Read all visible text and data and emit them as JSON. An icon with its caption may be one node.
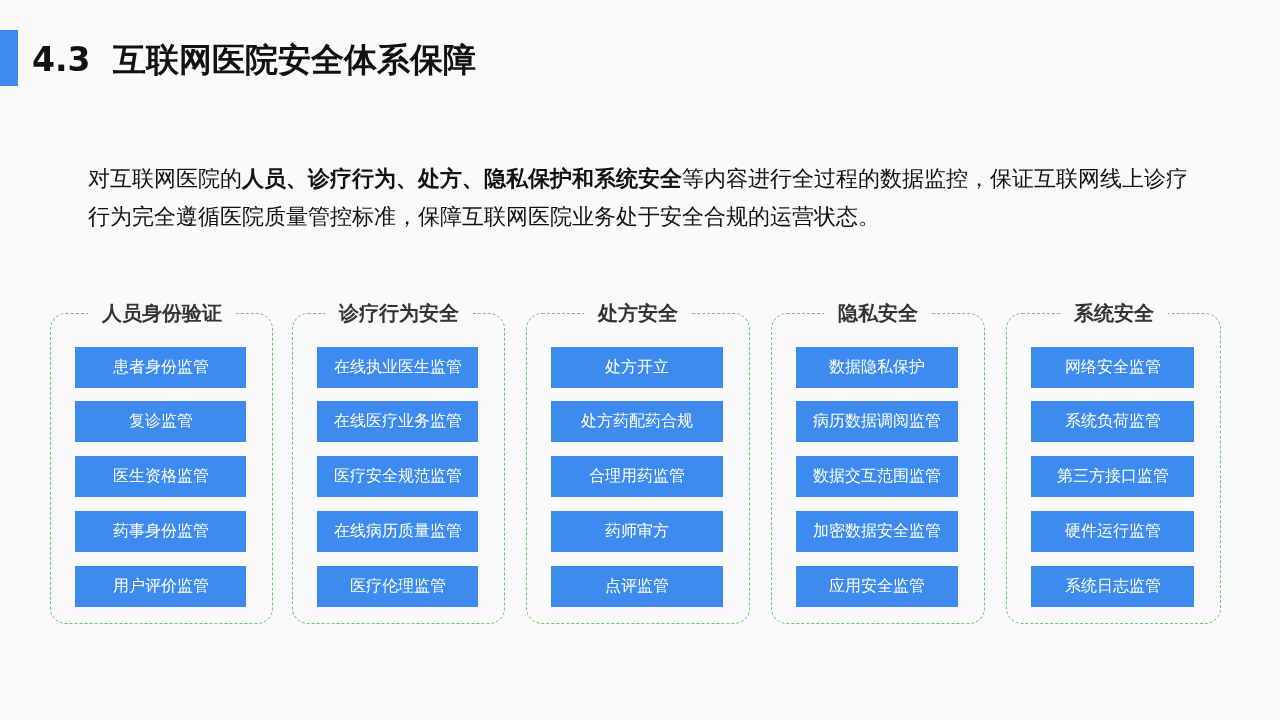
{
  "diagram": {
    "title": "4.3  互联网医院安全体系保障",
    "nodes": [
      {
        "text": [
          "人员身份验证"
        ]
      },
      {
        "text": [
          "患者身份监管"
        ],
        "in": 0
      },
      {
        "text": [
          "复诊监管"
        ],
        "in": 0
      },
      {
        "text": [
          "医生资格监管"
        ],
        "in": 0
      },
      {
        "text": [
          "药事身份监管"
        ],
        "in": 0
      },
      {
        "text": [
          "用户评价监管"
        ],
        "in": 0
      },
      {
        "text": [
          "诊疗行为安全"
        ]
      },
      {
        "text": [
          "在线执业医生监管"
        ],
        "in": 6
      },
      {
        "text": [
          "在线医疗业务监管"
        ],
        "in": 6
      },
      {
        "text": [
          "医疗安全规范监管"
        ],
        "in": 6
      },
      {
        "text": [
          "在线病历质量监管"
        ],
        "in": 6
      },
      {
        "text": [
          "医疗伦理监管"
        ],
        "in": 6
      },
      {
        "text": [
          "处方安全"
        ]
      },
      {
        "text": [
          "处方开立"
        ],
        "in": 12
      },
      {
        "text": [
          "处方药配药合规"
        ],
        "in": 12
      },
      {
        "text": [
          "合理用药监管"
        ],
        "in": 12
      },
      {
        "text": [
          "药师审方"
        ],
        "in": 12
      },
      {
        "text": [
          "点评监管"
        ],
        "in": 12
      },
      {
        "text": [
          "隐私安全"
        ]
      },
      {
        "text": [
          "数据隐私保护"
        ],
        "in": 18
      },
      {
        "text": [
          "病历数据调阅监管"
        ],
        "in": 18
      },
      {
        "text": [
          "数据交互范围监管"
        ],
        "in": 18
      },
      {
        "text": [
          "加密数据安全监管"
        ],
        "in": 18
      },
      {
        "text": [
          "应用安全监管"
        ],
        "in": 18
      },
      {
        "text": [
          "系统安全"
        ]
      },
      {
        "text": [
          "网络安全监管"
        ],
        "in": 24
      },
      {
        "text": [
          "系统负荷监管"
        ],
        "in": 24
      },
      {
        "text": [
          "第三方接口监管"
        ],
        "in": 24
      },
      {
        "text": [
          "硬件运行监管"
        ],
        "in": 24
      },
      {
        "text": [
          "系统日志监管"
        ],
        "in": 24
      }
    ],
    "labels": [
      "对互联网医院的**人员、诊疗行为、处方、隐私保护和系统安全**等内容进行全过程的数据监控，保证互联网线上诊疗行为完全遵循医院质量管控标准，保障互联网医院业务处于安全合规的运营状态。"
    ]
  }
}
